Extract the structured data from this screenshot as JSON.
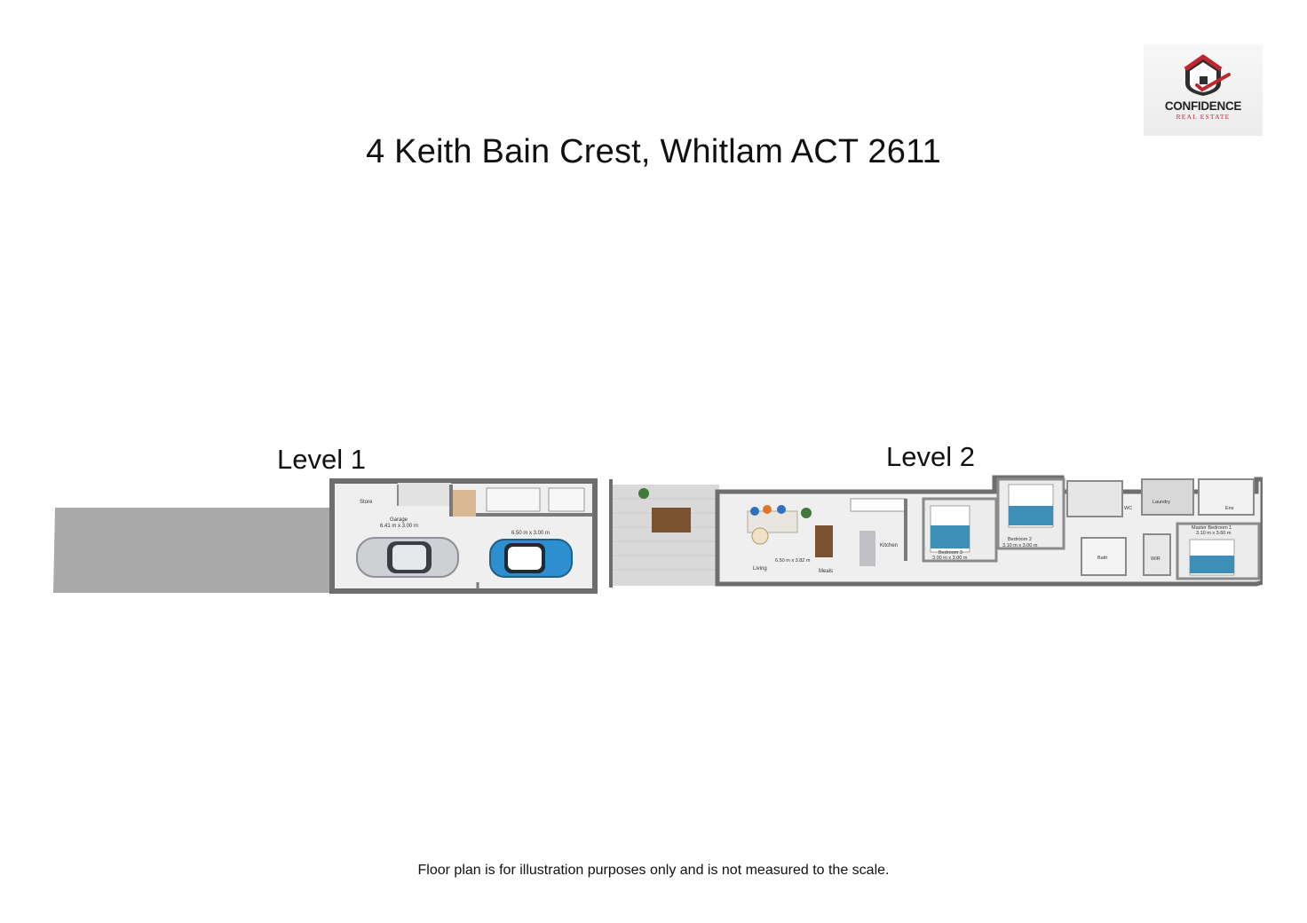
{
  "title": "4 Keith Bain Crest, Whitlam ACT 2611",
  "logo": {
    "name": "CONFIDENCE",
    "subtitle": "REAL ESTATE"
  },
  "levels": [
    {
      "label": "Level 1",
      "rooms": {
        "store": "Store",
        "garage": "Garage",
        "garage_dims": "6.41 m x 3.00 m",
        "garage2_dims": "6.50 m x 3.00 m"
      }
    },
    {
      "label": "Level 2",
      "rooms": {
        "living": "Living",
        "living_dims": "6.50 m x 3.82 m",
        "meals": "Meals",
        "kitchen": "Kitchen",
        "bedroom3": "Bedroom 3",
        "bedroom3_dims": "3.00 m x 3.00 m",
        "bedroom2": "Bedroom 2",
        "bedroom2_dims": "3.10 m x 3.00 m",
        "laundry": "Laundry",
        "wc": "WC",
        "ens": "Ens",
        "bath": "Bath",
        "wir": "WIR",
        "master": "Master Bedroom 1",
        "master_dims": "3.10 m x 3.60 m"
      }
    }
  ],
  "disclaimer": "Floor plan is for illustration purposes only and is not measured to the scale.",
  "colors": {
    "brand_red": "#c0262d",
    "brand_dark": "#222222",
    "wall": "#6e6e6e",
    "floor": "#efefef",
    "deck": "#d9d9d9",
    "driveway": "#a9a9a9"
  }
}
